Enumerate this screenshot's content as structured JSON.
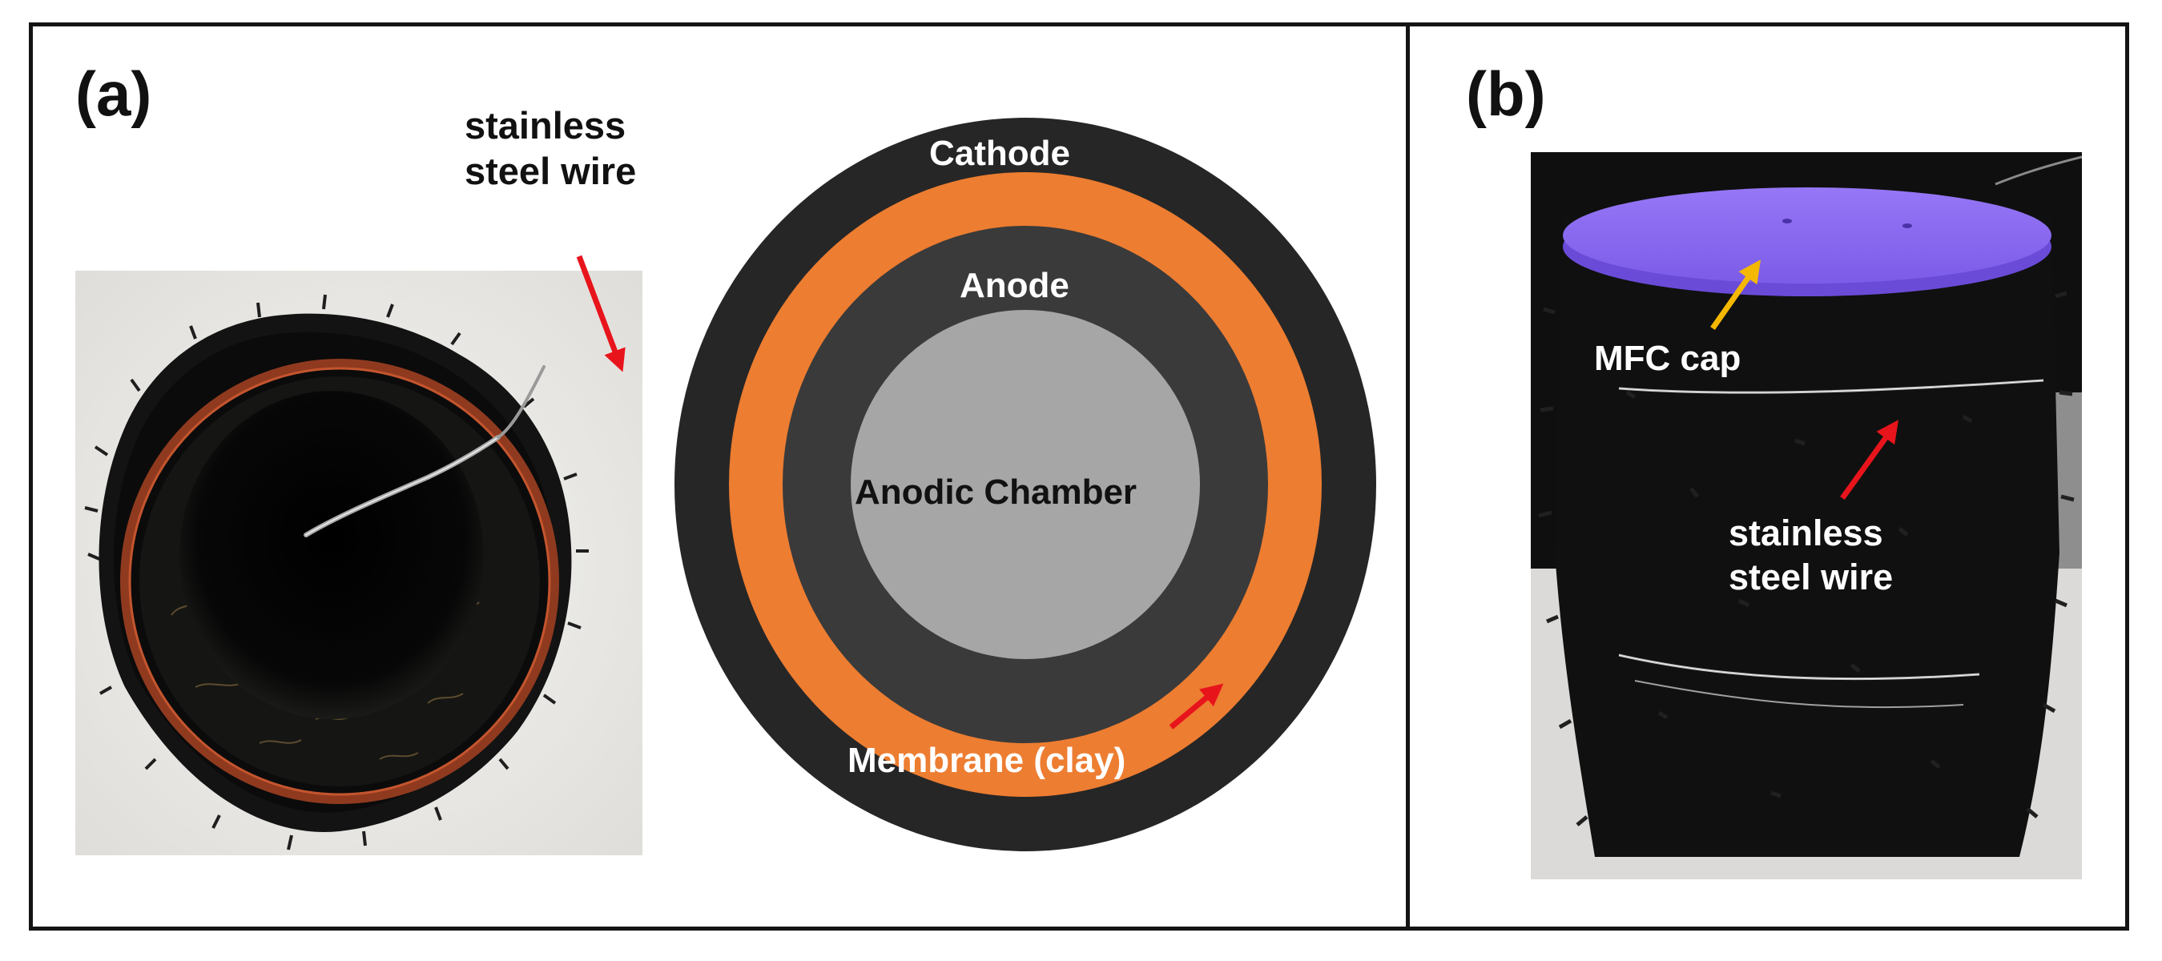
{
  "panel_a": {
    "label": "(a)",
    "photo_wire_label": [
      "stainless",
      "steel wire"
    ],
    "diagram": {
      "cathode_label": "Cathode",
      "anode_label": "Anode",
      "chamber_label": "Anodic Chamber",
      "membrane_label": "Membrane (clay)"
    }
  },
  "panel_b": {
    "label": "(b)",
    "cap_label": "MFC cap",
    "wire_label": [
      "stainless",
      "steel wire"
    ]
  },
  "colors": {
    "cathode": "#262626",
    "membrane": "#ed7d31",
    "anode": "#3a3a3a",
    "chamber": "#a6a6a6",
    "red_arrow": "#e8141c",
    "yellow_arrow": "#f5b800",
    "cap": "#8a6bf0"
  }
}
